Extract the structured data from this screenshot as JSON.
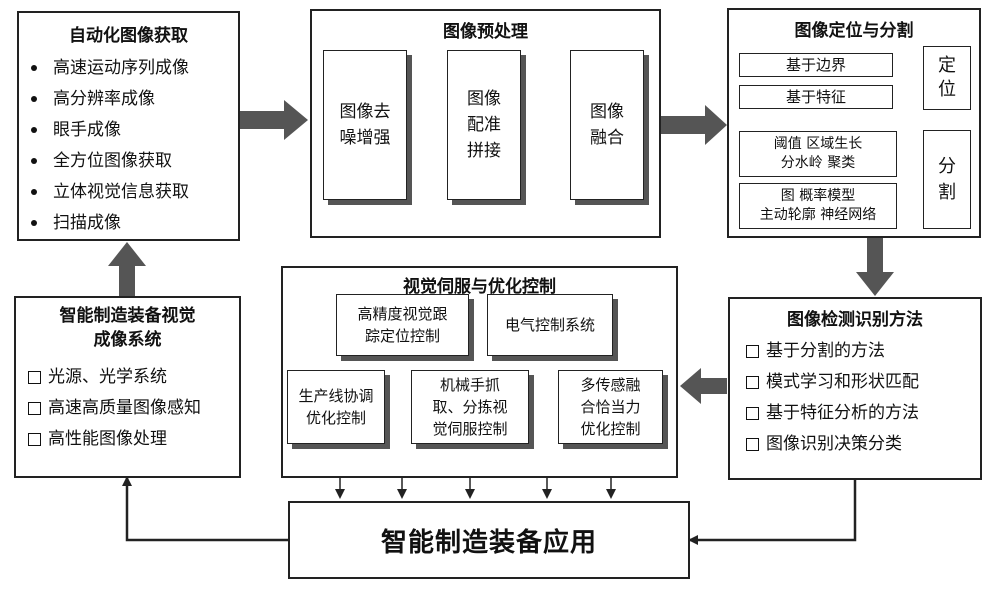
{
  "acquisition": {
    "title": "自动化图像获取",
    "items": [
      "高速运动序列成像",
      "高分辨率成像",
      "眼手成像",
      "全方位图像获取",
      "立体视觉信息获取",
      "扫描成像"
    ]
  },
  "preprocess": {
    "title": "图像预处理",
    "steps": [
      {
        "lines": [
          "图像去",
          "噪增强"
        ]
      },
      {
        "lines": [
          "图像",
          "配准",
          "拼接"
        ]
      },
      {
        "lines": [
          "图像",
          "融合"
        ]
      }
    ]
  },
  "locate_segment": {
    "title": "图像定位与分割",
    "locate_methods": [
      "基于边界",
      "基于特征"
    ],
    "locate_label": [
      "定",
      "位"
    ],
    "segment_methods": [
      {
        "lines": [
          "阈值  区域生长",
          "分水岭   聚类"
        ]
      },
      {
        "lines": [
          "图  概率模型",
          "主动轮廓  神经网络"
        ]
      }
    ],
    "segment_label": [
      "分",
      "割"
    ]
  },
  "detection": {
    "title": "图像检测识别方法",
    "items": [
      "基于分割的方法",
      "模式学习和形状匹配",
      "基于特征分析的方法",
      "图像识别决策分类"
    ]
  },
  "servo": {
    "title": "视觉伺服与优化控制",
    "blocks": [
      {
        "lines": [
          "高精度视觉跟",
          "踪定位控制"
        ]
      },
      {
        "lines": [
          "电气控制系统"
        ]
      },
      {
        "lines": [
          "生产线协调",
          "优化控制"
        ]
      },
      {
        "lines": [
          "机械手抓",
          "取、分拣视",
          "觉伺服控制"
        ]
      },
      {
        "lines": [
          "多传感融",
          "合恰当力",
          "优化控制"
        ]
      }
    ]
  },
  "vision_system": {
    "title_lines": [
      "智能制造装备视觉",
      "成像系统"
    ],
    "items": [
      "光源、光学系统",
      "高速高质量图像感知",
      "高性能图像处理"
    ]
  },
  "application": {
    "title": "智能制造装备应用"
  },
  "colors": {
    "line": "#222222",
    "fat_arrow": "#555555"
  }
}
